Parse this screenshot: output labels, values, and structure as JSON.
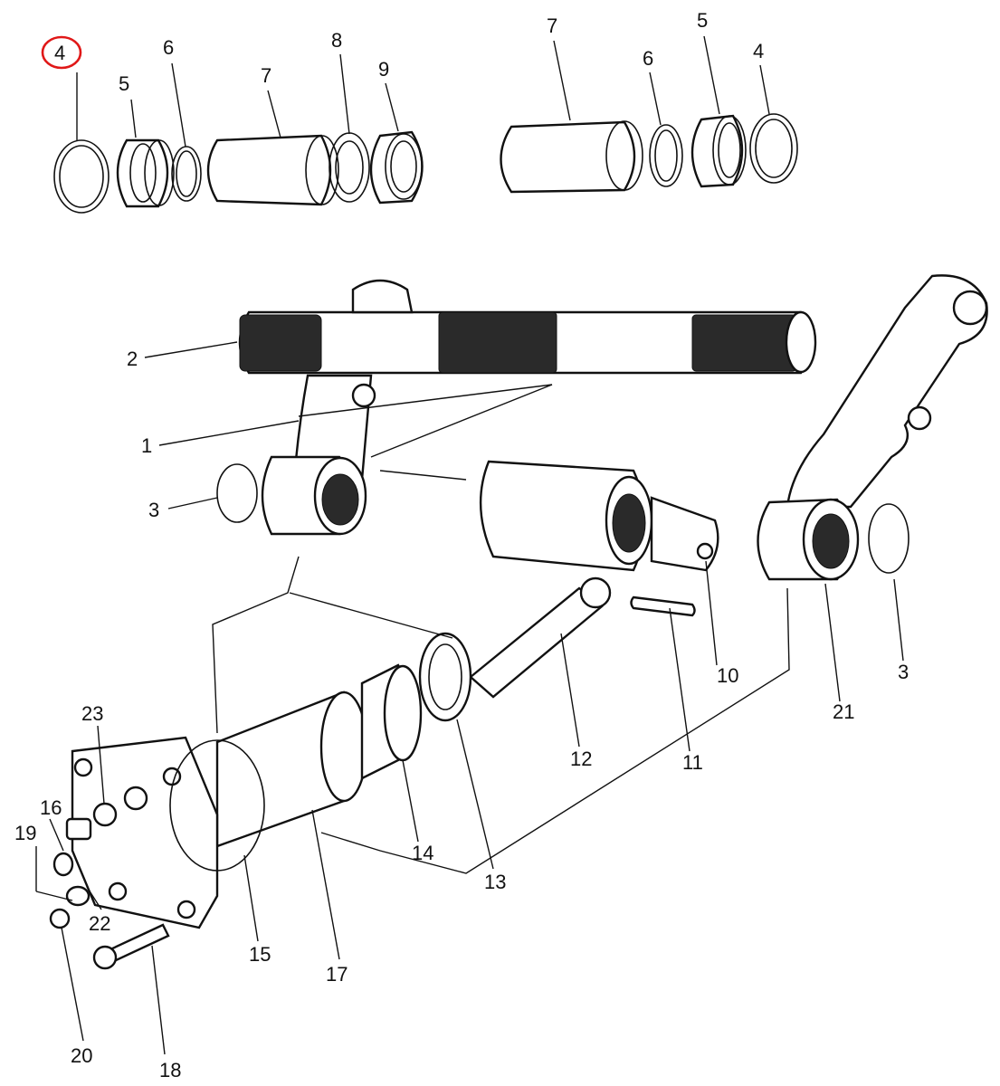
{
  "diagram": {
    "callouts": [
      "1",
      "2",
      "3",
      "3",
      "4",
      "4",
      "5",
      "5",
      "6",
      "6",
      "7",
      "7",
      "8",
      "9",
      "10",
      "11",
      "12",
      "13",
      "14",
      "15",
      "16",
      "17",
      "18",
      "19",
      "20",
      "21",
      "22",
      "23"
    ],
    "highlighted_callout": "4",
    "colors": {
      "ink": "#111111",
      "highlight": "#e01818",
      "background": "#ffffff"
    }
  }
}
